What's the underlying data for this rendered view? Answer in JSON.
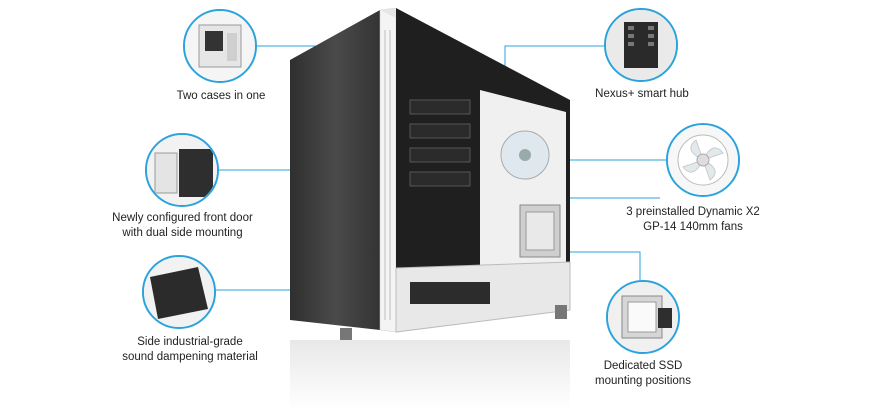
{
  "product": {
    "image_name": "fractal-define-r6-case"
  },
  "colors": {
    "accent": "#2aa3dc",
    "caption_text": "#222222",
    "panel_dark": "#3a3a3a",
    "chassis_white": "#f4f4f4"
  },
  "features": [
    {
      "id": "two-cases",
      "lines": [
        "Two cases in one"
      ],
      "icon": "interior-view-thumbnail"
    },
    {
      "id": "front-door",
      "lines": [
        "Newly configured front door",
        "with dual side mounting"
      ],
      "icon": "front-door-thumbnail"
    },
    {
      "id": "sound-dampening",
      "lines": [
        "Side industrial-grade",
        "sound dampening material"
      ],
      "icon": "dampening-panel-thumbnail"
    },
    {
      "id": "nexus-hub",
      "lines": [
        "Nexus+ smart hub"
      ],
      "icon": "hub-board-thumbnail"
    },
    {
      "id": "fans",
      "lines": [
        "3 preinstalled Dynamic X2",
        "GP-14 140mm fans"
      ],
      "icon": "fan-thumbnail"
    },
    {
      "id": "ssd",
      "lines": [
        "Dedicated SSD",
        "mounting positions"
      ],
      "icon": "ssd-bracket-thumbnail"
    }
  ]
}
